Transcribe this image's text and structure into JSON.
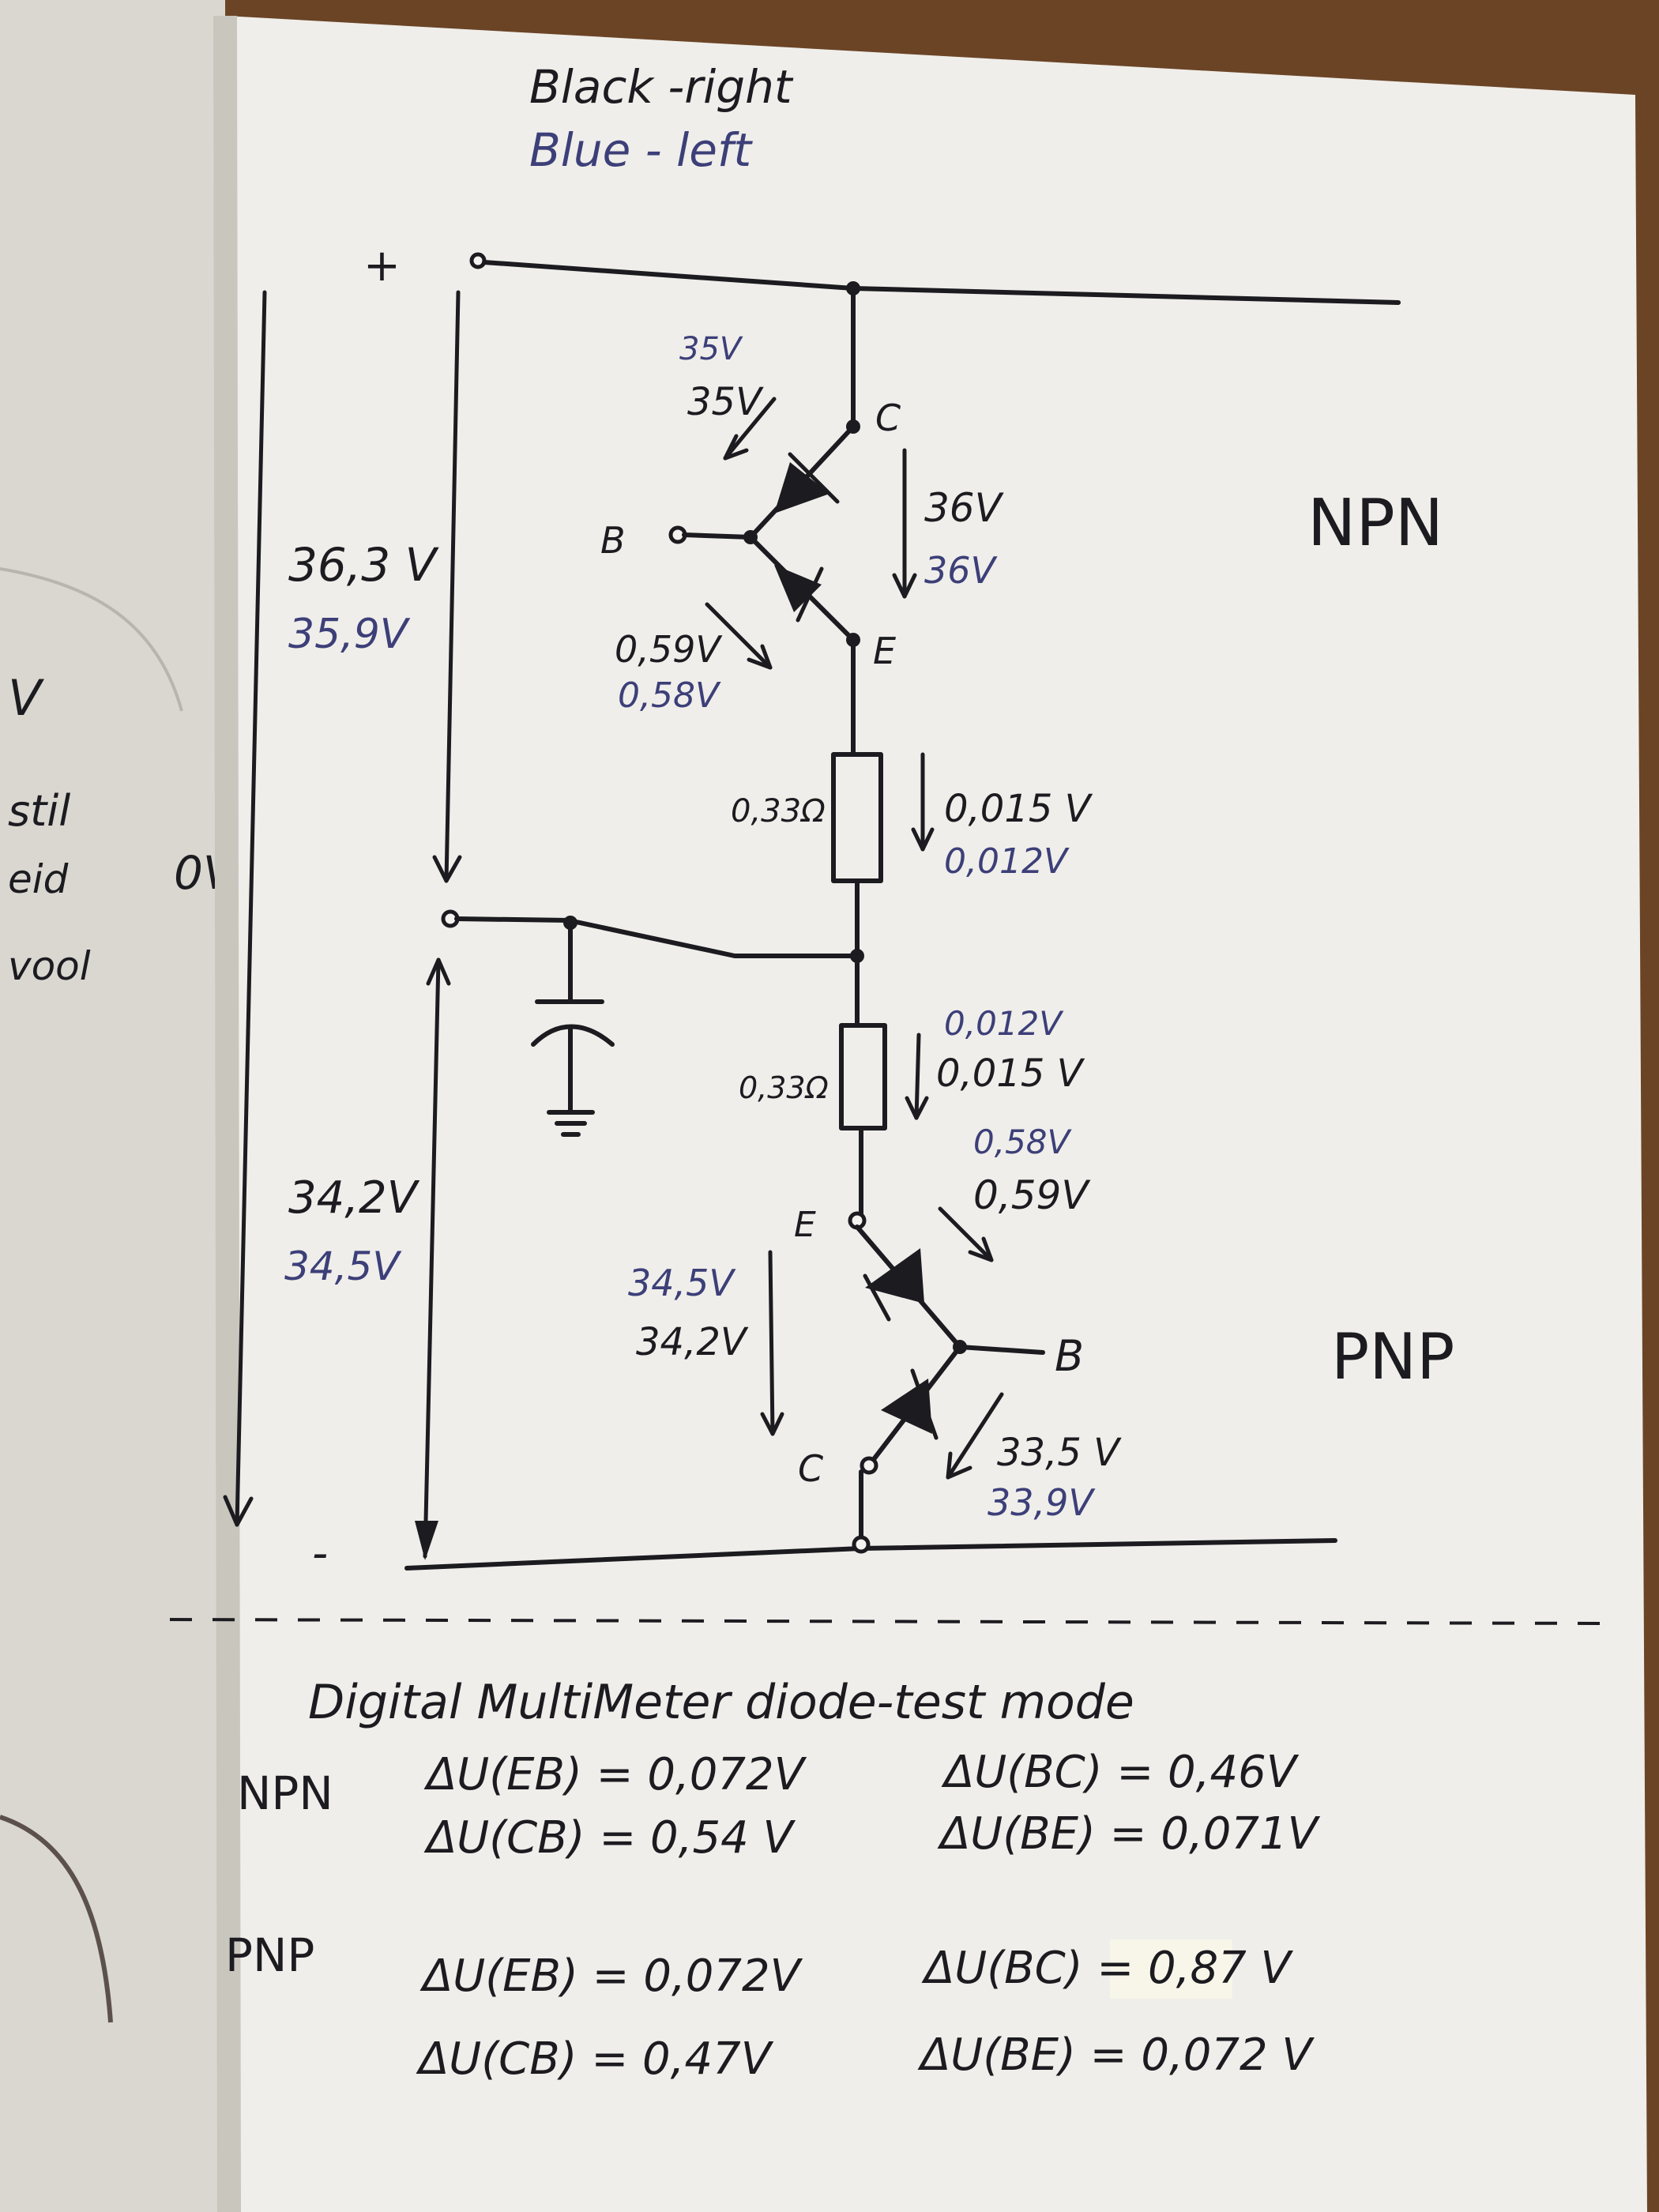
{
  "legend": {
    "black": "Black -right",
    "blue": "Blue - left"
  },
  "rails": {
    "plus": "+",
    "minus": "-"
  },
  "npn": {
    "label": "NPN",
    "terminals": {
      "c": "C",
      "b": "B",
      "e": "E"
    },
    "v_bc": {
      "blue": "35V",
      "black": "35V"
    },
    "v_ce": {
      "black": "36V",
      "blue": "36V"
    },
    "v_be": {
      "black": "0,59V",
      "blue": "0,58V"
    }
  },
  "pnp": {
    "label": "PNP",
    "terminals": {
      "e": "E",
      "b": "B",
      "c": "C"
    },
    "v_eb": {
      "blue": "0,58V",
      "black": "0,59V"
    },
    "v_ec": {
      "blue": "34,5V",
      "black": "34,2V"
    },
    "v_bc": {
      "black": "33,5 V",
      "blue": "33,9V"
    }
  },
  "resistors": {
    "top": {
      "label": "0,33Ω",
      "v_black": "0,015 V",
      "v_blue": "0,012V"
    },
    "bottom": {
      "label": "0,33Ω",
      "v_blue": "0,012V",
      "v_black": "0,015 V"
    }
  },
  "upper_half": {
    "black": "36,3 V",
    "blue": "35,9V"
  },
  "lower_half": {
    "black": "34,2V",
    "blue": "34,5V"
  },
  "left_page": [
    "stil",
    "eid",
    "vool",
    "V",
    "0V"
  ],
  "dmm": {
    "title": "Digital MultiMeter diode-test mode",
    "npn": {
      "label": "NPN",
      "eb": "ΔU(EB) = 0,072V",
      "cb": "ΔU(CB) = 0,54 V",
      "bc": "ΔU(BC) = 0,46V",
      "be": "ΔU(BE) = 0,071V"
    },
    "pnp": {
      "label": "PNP",
      "eb": "ΔU(EB) = 0,072V",
      "cb": "ΔU(CB) = 0,47V",
      "bc": "ΔU(BC) = 0,87 V",
      "be": "ΔU(BE) = 0,072 V"
    }
  }
}
